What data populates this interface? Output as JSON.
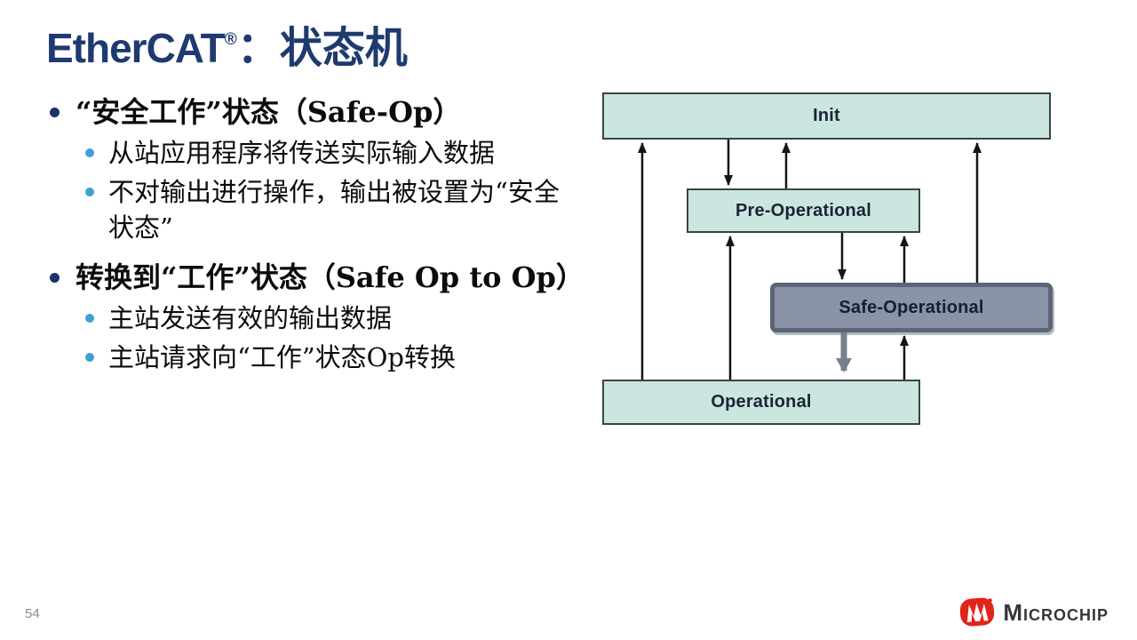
{
  "title": {
    "brand": "EtherCAT",
    "registered": "®",
    "separator": "：",
    "topic": "状态机"
  },
  "bullets": [
    {
      "level": 1,
      "text": "“安全工作”状态（Safe-Op）",
      "group_start": false
    },
    {
      "level": 2,
      "text": "从站应用程序将传送实际输入数据",
      "group_start": false
    },
    {
      "level": 2,
      "text": "不对输出进行操作，输出被设置为“安全状态”",
      "group_start": false
    },
    {
      "level": 1,
      "text": "转换到“工作”状态（Safe Op to Op）",
      "group_start": true
    },
    {
      "level": 2,
      "text": "主站发送有效的输出数据",
      "group_start": false
    },
    {
      "level": 2,
      "text": "主站请求向“工作”状态Op转换",
      "group_start": false
    }
  ],
  "diagram": {
    "states": [
      {
        "id": "init",
        "label": "Init",
        "highlighted": false
      },
      {
        "id": "pre-operational",
        "label": "Pre-Operational",
        "highlighted": false
      },
      {
        "id": "safe-operational",
        "label": "Safe-Operational",
        "highlighted": true
      },
      {
        "id": "operational",
        "label": "Operational",
        "highlighted": false
      }
    ],
    "transitions": [
      {
        "from": "Init",
        "to": "Pre-Operational",
        "style": "black"
      },
      {
        "from": "Pre-Operational",
        "to": "Init",
        "style": "black"
      },
      {
        "from": "Operational",
        "to": "Init",
        "style": "black"
      },
      {
        "from": "Safe-Operational",
        "to": "Init",
        "style": "black"
      },
      {
        "from": "Operational",
        "to": "Pre-Operational",
        "style": "black"
      },
      {
        "from": "Pre-Operational",
        "to": "Safe-Operational",
        "style": "black"
      },
      {
        "from": "Safe-Operational",
        "to": "Pre-Operational",
        "style": "black"
      },
      {
        "from": "Safe-Operational",
        "to": "Operational",
        "style": "gray-thick-highlight"
      },
      {
        "from": "Operational",
        "to": "Safe-Operational",
        "style": "black"
      }
    ],
    "colors": {
      "state_fill": "#cbe6e1",
      "state_border": "#3a4444",
      "highlight_fill": "#8a94a6",
      "highlight_border": "#5c6577",
      "arrow_black": "#151515",
      "arrow_gray": "#74808d"
    }
  },
  "footer": {
    "page_number": "54",
    "logo_text": "Microchip"
  },
  "theme": {
    "title_color": "#1f3a70",
    "bullet1_dot_color": "#1c2f6e",
    "bullet2_dot_color": "#3f9fd8",
    "logo_red": "#e2231a"
  }
}
